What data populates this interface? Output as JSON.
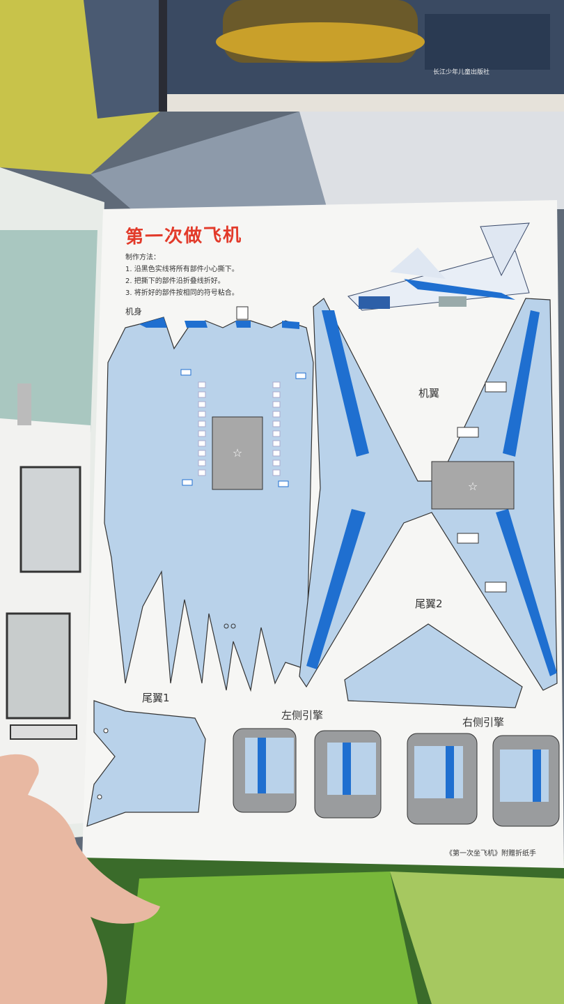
{
  "page": {
    "title": "第一次做飞机",
    "method_heading": "制作方法：",
    "steps": [
      "1. 沿黑色实线将所有部件小心撕下。",
      "2. 把撕下的部件沿折叠线折好。",
      "3. 将折好的部件按相同的符号粘合。"
    ],
    "labels": {
      "fuselage": "机身",
      "wings": "机翼",
      "tail2": "尾翼2",
      "tail1": "尾翼1",
      "left_engine": "左侧引擎",
      "right_engine": "右侧引擎"
    },
    "footer": "《第一次坐飞机》附赠折纸手",
    "book_publisher": "长江少年儿童出版社"
  },
  "colors": {
    "paper": "#f6f6f4",
    "part_blue": "#b9d2ea",
    "stripe_blue": "#1f6fd0",
    "gray_panel": "#a8a8a8",
    "title_red": "#e23a2a"
  }
}
